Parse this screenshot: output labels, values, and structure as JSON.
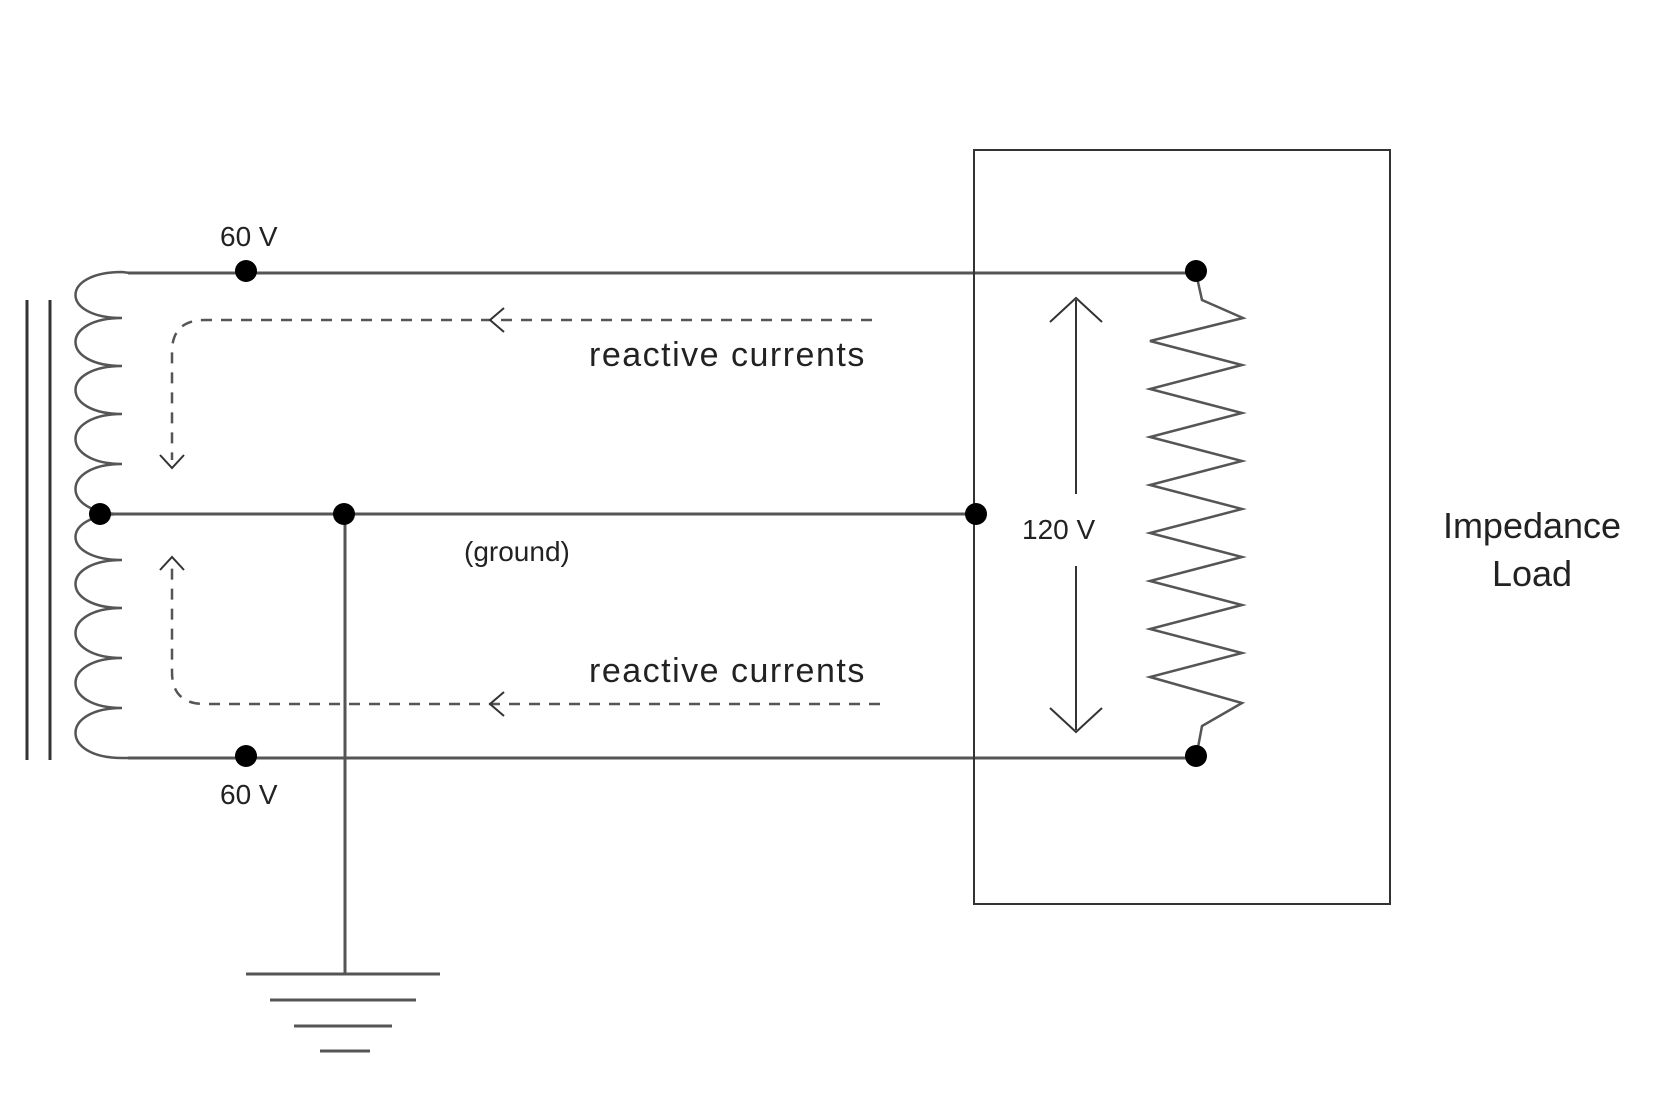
{
  "labels": {
    "top_voltage": "60 V",
    "bottom_voltage": "60 V",
    "reactive_top": "reactive currents",
    "reactive_bottom": "reactive currents",
    "ground": "(ground)",
    "load_voltage": "120 V",
    "load_line1": "Impedance",
    "load_line2": "Load"
  }
}
